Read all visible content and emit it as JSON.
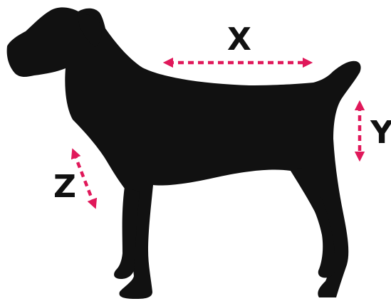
{
  "colors": {
    "silhouette": "#111111",
    "arrow": "#e0185a",
    "label": "#111111",
    "background": "#ffffff"
  },
  "measurements": [
    {
      "key": "x",
      "label": "X"
    },
    {
      "key": "y",
      "label": "Y"
    },
    {
      "key": "z",
      "label": "Z"
    }
  ],
  "icons": {
    "silhouette": "dog-silhouette-icon",
    "arrow": "double-headed-arrow-icon"
  }
}
